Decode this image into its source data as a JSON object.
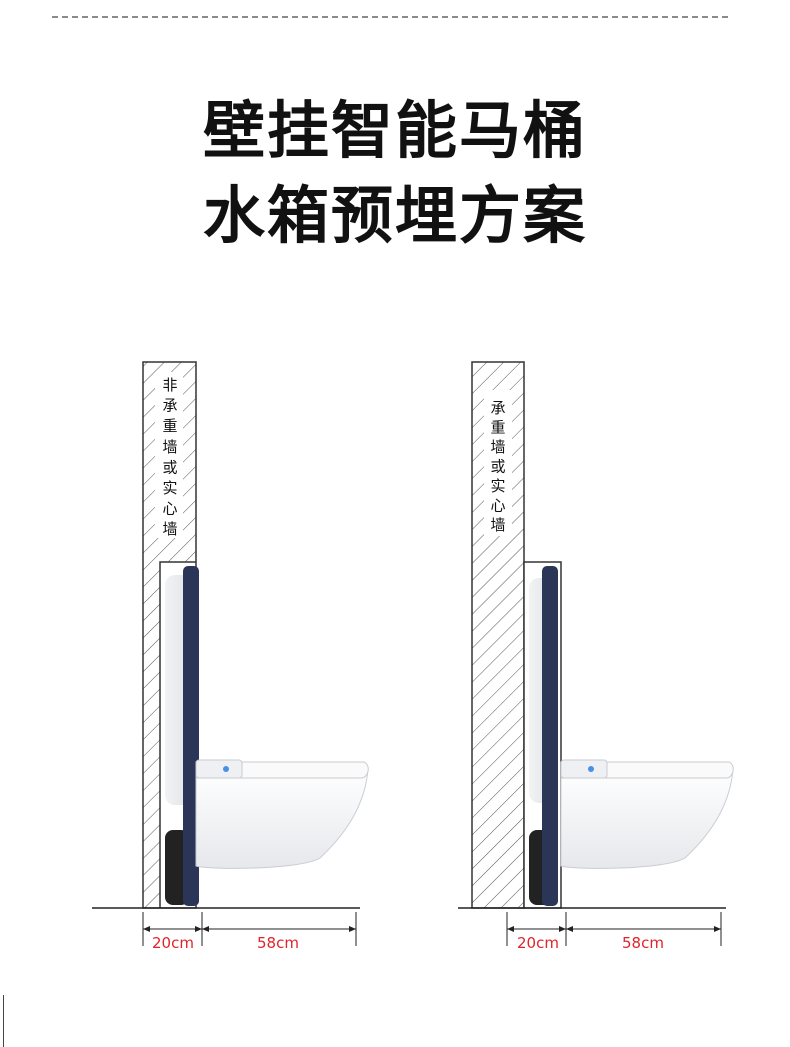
{
  "title": {
    "line1": "壁挂智能马桶",
    "line2": "水箱预埋方案"
  },
  "panels": [
    {
      "wall_label": [
        "非",
        "承",
        "重",
        "墙",
        "或",
        "实",
        "心",
        "墙"
      ],
      "dim_left": "20cm",
      "dim_right": "58cm"
    },
    {
      "wall_label": [
        "承",
        "重",
        "墙",
        "或",
        "实",
        "心",
        "墙"
      ],
      "dim_left": "20cm",
      "dim_right": "58cm"
    }
  ],
  "colors": {
    "frame": "#2b3557",
    "dimension": "#e0242b",
    "wall_line": "#333333",
    "bowl": "#f4f5f7"
  }
}
